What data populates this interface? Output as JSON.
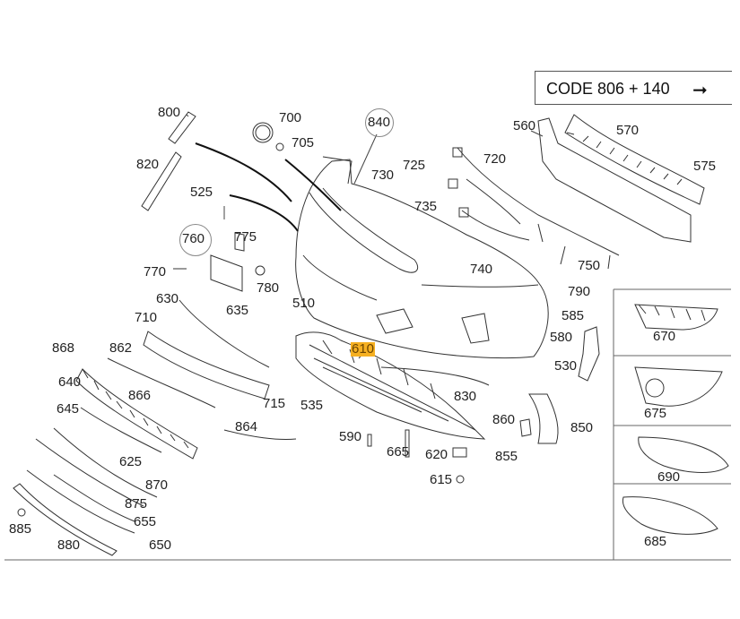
{
  "code_label": "CODE 806 + 140",
  "code_arrow_icon": "arrow-right-icon",
  "colors": {
    "highlight": "#f6b021",
    "line": "#333333",
    "panel_border": "#666666"
  },
  "labels": {
    "l800": "800",
    "l820": "820",
    "l700": "700",
    "l705": "705",
    "l840": "840",
    "l730": "730",
    "l725": "725",
    "l720": "720",
    "l560": "560",
    "l570": "570",
    "l575": "575",
    "l525": "525",
    "l735": "735",
    "l760": "760",
    "l775": "775",
    "l770": "770",
    "l780": "780",
    "l740": "740",
    "l750": "750",
    "l790": "790",
    "l630": "630",
    "l510": "510",
    "l635": "635",
    "l710": "710",
    "l585": "585",
    "l580": "580",
    "l868": "868",
    "l862": "862",
    "l610": "610",
    "l530": "530",
    "l640": "640",
    "l866": "866",
    "l830": "830",
    "l715": "715",
    "l535": "535",
    "l645": "645",
    "l864": "864",
    "l860": "860",
    "l850": "850",
    "l590": "590",
    "l665": "665",
    "l620": "620",
    "l855": "855",
    "l625": "625",
    "l870": "870",
    "l615": "615",
    "l875": "875",
    "l655": "655",
    "l885": "885",
    "l880": "880",
    "l650": "650",
    "l670": "670",
    "l675": "675",
    "l690": "690",
    "l685": "685"
  }
}
